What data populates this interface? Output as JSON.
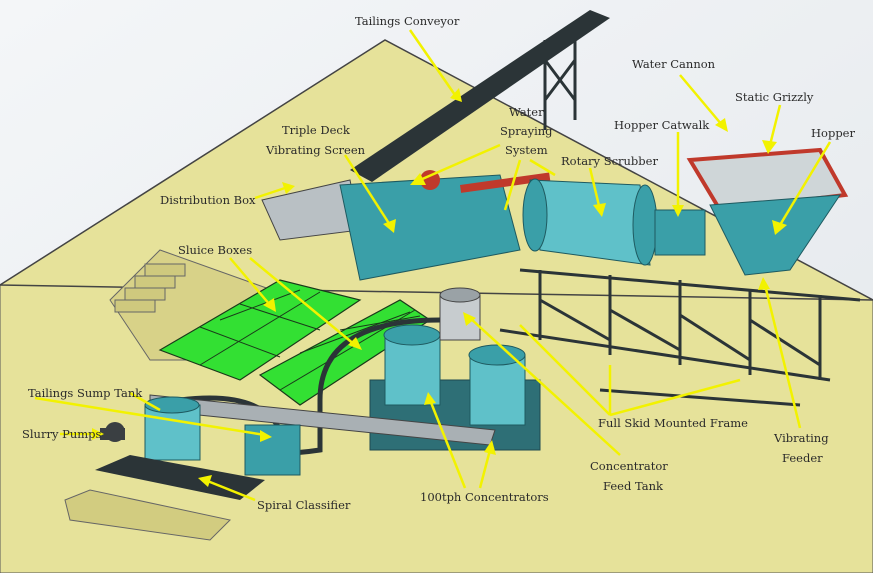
{
  "labels": {
    "tailings_conveyor": "Tailings Conveyor",
    "water_spraying_1": "Water",
    "water_spraying_2": "Spraying",
    "water_spraying_3": "System",
    "water_cannon": "Water Cannon",
    "static_grizzly": "Static Grizzly",
    "hopper": "Hopper",
    "hopper_catwalk": "Hopper Catwalk",
    "rotary_scrubber": "Rotary Scrubber",
    "triple_deck_1": "Triple Deck",
    "triple_deck_2": "Vibrating Screen",
    "distribution_box": "Distribution Box",
    "sluice_boxes": "Sluice Boxes",
    "tailings_sump_tank": "Tailings Sump Tank",
    "slurry_pumps": "Slurry Pumps",
    "spiral_classifier": "Spiral Classifier",
    "concentrators": "100tph Concentrators",
    "feed_tank_1": "Concentrator",
    "feed_tank_2": "Feed Tank",
    "skid_frame": "Full Skid Mounted Frame",
    "vibrating_feeder_1": "Vibrating",
    "vibrating_feeder_2": "Feeder"
  },
  "colors": {
    "ground": "#e6e29a",
    "arrow": "#f2f200",
    "equipment": "#3a9fa8",
    "sluice": "#33e033",
    "frame": "#c0392b"
  }
}
